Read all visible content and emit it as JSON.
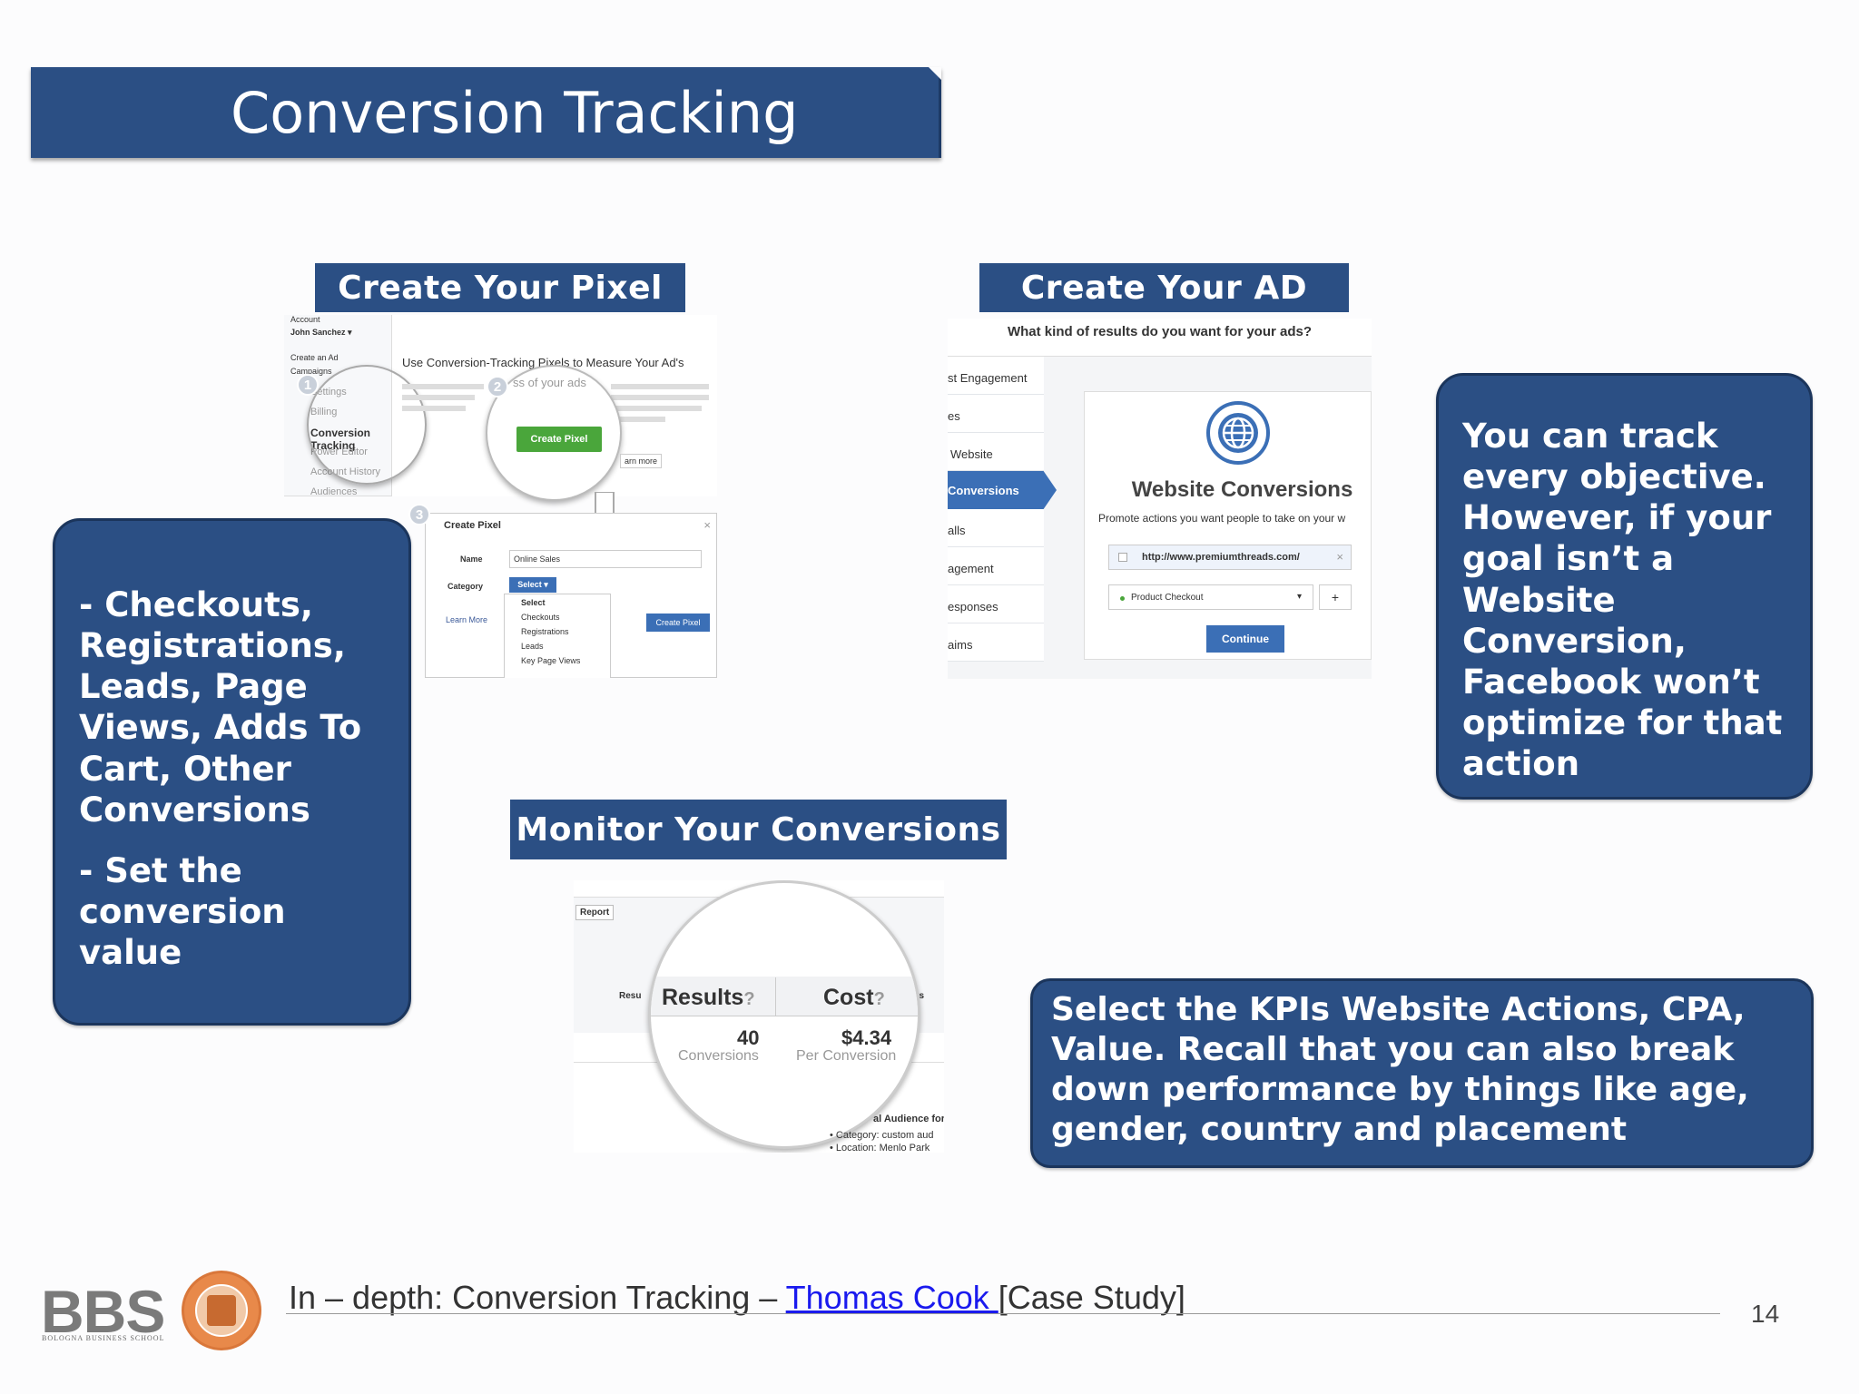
{
  "slide": {
    "title": "Conversion Tracking",
    "page_number": "14"
  },
  "sections": {
    "pixel": "Create Your Pixel",
    "ad": "Create Your AD",
    "monitor": "Monitor Your Conversions"
  },
  "callouts": {
    "left_line1": "- Checkouts, Registrations, Leads, Page Views, Adds To Cart, Other Conversions",
    "left_line2": "- Set the conversion value",
    "right": "You can track every objective. However, if your goal isn’t a Website Conversion, Facebook won’t optimize for that action",
    "bottom": "Select the KPIs Website Actions, CPA, Value. Recall that you can also break down performance by things like age, gender, country and placement"
  },
  "pixel_shot": {
    "account_label": "Account",
    "user": "John Sanchez ▾",
    "menu": [
      "Create an Ad",
      "Campaigns",
      "Settings",
      "Billing",
      "Conversion Tracking",
      "Power Editor",
      "Account History",
      "Audiences"
    ],
    "headline": "Use Conversion-Tracking Pixels to Measure Your Ad's",
    "faint_text": "ss of your ads",
    "create_pixel": "Create Pixel",
    "learn_more": "arn more",
    "steps": [
      "1",
      "2",
      "3"
    ],
    "dialog_title": "Create Pixel",
    "name_label": "Name",
    "name_value": "Online Sales",
    "category_label": "Category",
    "select_label": "Select ▾",
    "dialog_learn_more": "Learn More",
    "dialog_create": "Create Pixel",
    "options": [
      "Select",
      "Checkouts",
      "Registrations",
      "Leads",
      "Key Page Views"
    ]
  },
  "ad_shot": {
    "question": "What kind of results do you want for your ads?",
    "left_items": [
      "st Engagement",
      "es",
      "Website",
      "Conversions",
      "alls",
      "agement",
      "esponses",
      "aims"
    ],
    "card_title": "Website Conversions",
    "card_sub": "Promote actions you want people to take on your w",
    "url": "http://www.premiumthreads.com/",
    "pixel_option": "Product Checkout",
    "plus": "+",
    "close": "×",
    "continue": "Continue"
  },
  "monitor_shot": {
    "report": "Report",
    "results_header": "Results",
    "cost_header": "Cost",
    "q": "?",
    "results_value": "40",
    "results_unit": "Conversions",
    "cost_value": "$4.34",
    "cost_unit": "Per Conversion",
    "side_left": "Resu",
    "side_right": "ks",
    "audience": "al Audience for",
    "category_line": "Category: custom aud",
    "location_line": "Location: Menlo Park"
  },
  "footer": {
    "prefix": "In – depth: Conversion Tracking – ",
    "link": "Thomas Cook ",
    "suffix": "[Case Study]",
    "logo_text": "BBS",
    "logo_sub": "BOLOGNA BUSINESS SCHOOL"
  },
  "colors": {
    "banner": "#2b4f84",
    "link": "#1a1aee",
    "seal": "#e8894a"
  }
}
